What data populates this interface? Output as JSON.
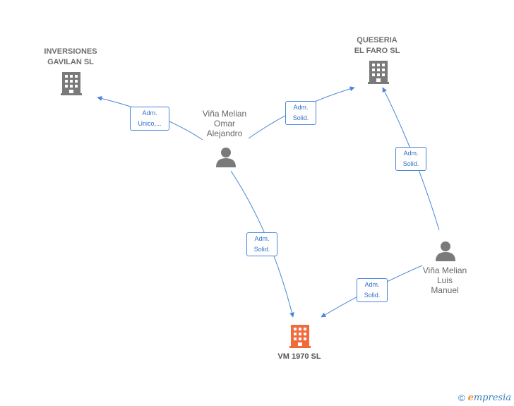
{
  "nodes": {
    "inversiones": {
      "label_line1": "INVERSIONES",
      "label_line2": "GAVILAN  SL",
      "icon": "building-icon",
      "color": "#7a7a7a"
    },
    "queseria": {
      "label_line1": "QUESERIA",
      "label_line2": "EL FARO  SL",
      "icon": "building-icon",
      "color": "#7a7a7a"
    },
    "omar": {
      "label_line1": "Viña Melian",
      "label_line2": "Omar",
      "label_line3": "Alejandro",
      "icon": "person-icon",
      "color": "#7a7a7a"
    },
    "luis": {
      "label_line1": "Viña Melian",
      "label_line2": "Luis",
      "label_line3": "Manuel",
      "icon": "person-icon",
      "color": "#7a7a7a"
    },
    "vm1970": {
      "label": "VM 1970  SL",
      "icon": "building-icon",
      "color": "#f26a3a"
    }
  },
  "edges": {
    "omar_inversiones": {
      "line1": "Adm.",
      "line2": "Unico,..."
    },
    "omar_queseria": {
      "line1": "Adm.",
      "line2": "Solid."
    },
    "luis_queseria": {
      "line1": "Adm.",
      "line2": "Solid."
    },
    "omar_vm1970": {
      "line1": "Adm.",
      "line2": "Solid."
    },
    "luis_vm1970": {
      "line1": "Adm.",
      "line2": "Solid."
    }
  },
  "colors": {
    "edge": "#4a86d8"
  },
  "footer": {
    "copyright": "©",
    "brand_first": "e",
    "brand_rest": "mpresia"
  }
}
